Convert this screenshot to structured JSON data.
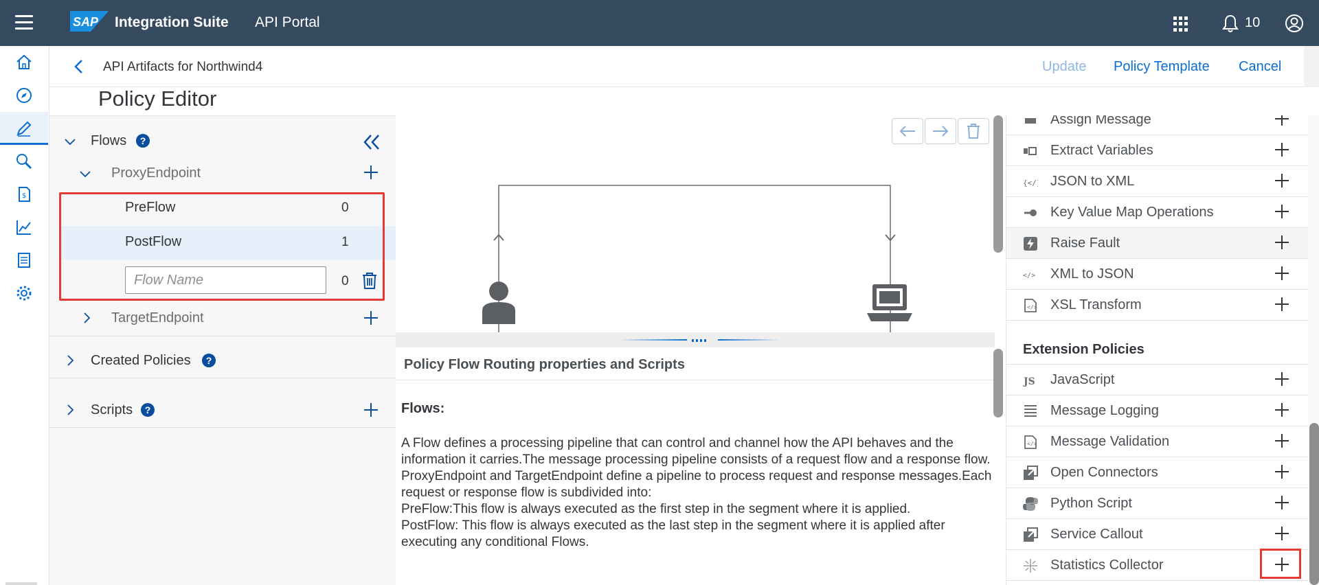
{
  "shell": {
    "product_title": "Integration Suite",
    "app_title": "API Portal",
    "notification_count": "10"
  },
  "nav_icons": [
    "home-icon",
    "compass-icon",
    "pencil-icon",
    "search-icon",
    "billing-icon",
    "analytics-icon",
    "checklist-icon",
    "settings-icon"
  ],
  "subheader": {
    "breadcrumb": "API Artifacts for Northwind4",
    "update_label": "Update",
    "policy_template_label": "Policy Template",
    "cancel_label": "Cancel"
  },
  "page_title": "Policy Editor",
  "left_panel": {
    "flows_label": "Flows",
    "help_glyph": "?",
    "proxy_endpoint_label": "ProxyEndpoint",
    "flows": [
      {
        "name": "PreFlow",
        "count": "0"
      },
      {
        "name": "PostFlow",
        "count": "1"
      }
    ],
    "new_flow": {
      "placeholder": "Flow Name",
      "count": "0"
    },
    "target_endpoint_label": "TargetEndpoint",
    "created_policies_label": "Created Policies",
    "scripts_label": "Scripts"
  },
  "doc": {
    "header": "Policy Flow Routing properties and Scripts",
    "flows_heading": "Flows:",
    "paragraphs": [
      "A Flow defines a processing pipeline that can control and channel how the API behaves and the information it carries.The message processing pipeline consists of a request flow and a response flow.",
      "ProxyEndpoint and TargetEndpoint define a pipeline to process request and response messages.Each request or response flow is subdivided into:",
      "PreFlow:This flow is always executed as the first step in the segment where it is applied.",
      "PostFlow: This flow is always executed as the last step in the segment where it is applied after executing any conditional Flows."
    ]
  },
  "palette": {
    "top_items": [
      {
        "label": "Assign Message",
        "icon": "assign-message-icon"
      },
      {
        "label": "Extract Variables",
        "icon": "extract-variables-icon"
      },
      {
        "label": "JSON to XML",
        "icon": "json-to-xml-icon"
      },
      {
        "label": "Key Value Map Operations",
        "icon": "key-icon"
      },
      {
        "label": "Raise Fault",
        "icon": "raise-fault-icon"
      },
      {
        "label": "XML to JSON",
        "icon": "xml-to-json-icon"
      },
      {
        "label": "XSL Transform",
        "icon": "xsl-transform-icon"
      }
    ],
    "extension_heading": "Extension Policies",
    "extension_items": [
      {
        "label": "JavaScript",
        "icon": "javascript-icon"
      },
      {
        "label": "Message Logging",
        "icon": "list-icon"
      },
      {
        "label": "Message Validation",
        "icon": "validation-icon"
      },
      {
        "label": "Open Connectors",
        "icon": "open-connectors-icon"
      },
      {
        "label": "Python Script",
        "icon": "python-icon"
      },
      {
        "label": "Service Callout",
        "icon": "service-callout-icon"
      },
      {
        "label": "Statistics Collector",
        "icon": "statistics-icon"
      }
    ]
  }
}
